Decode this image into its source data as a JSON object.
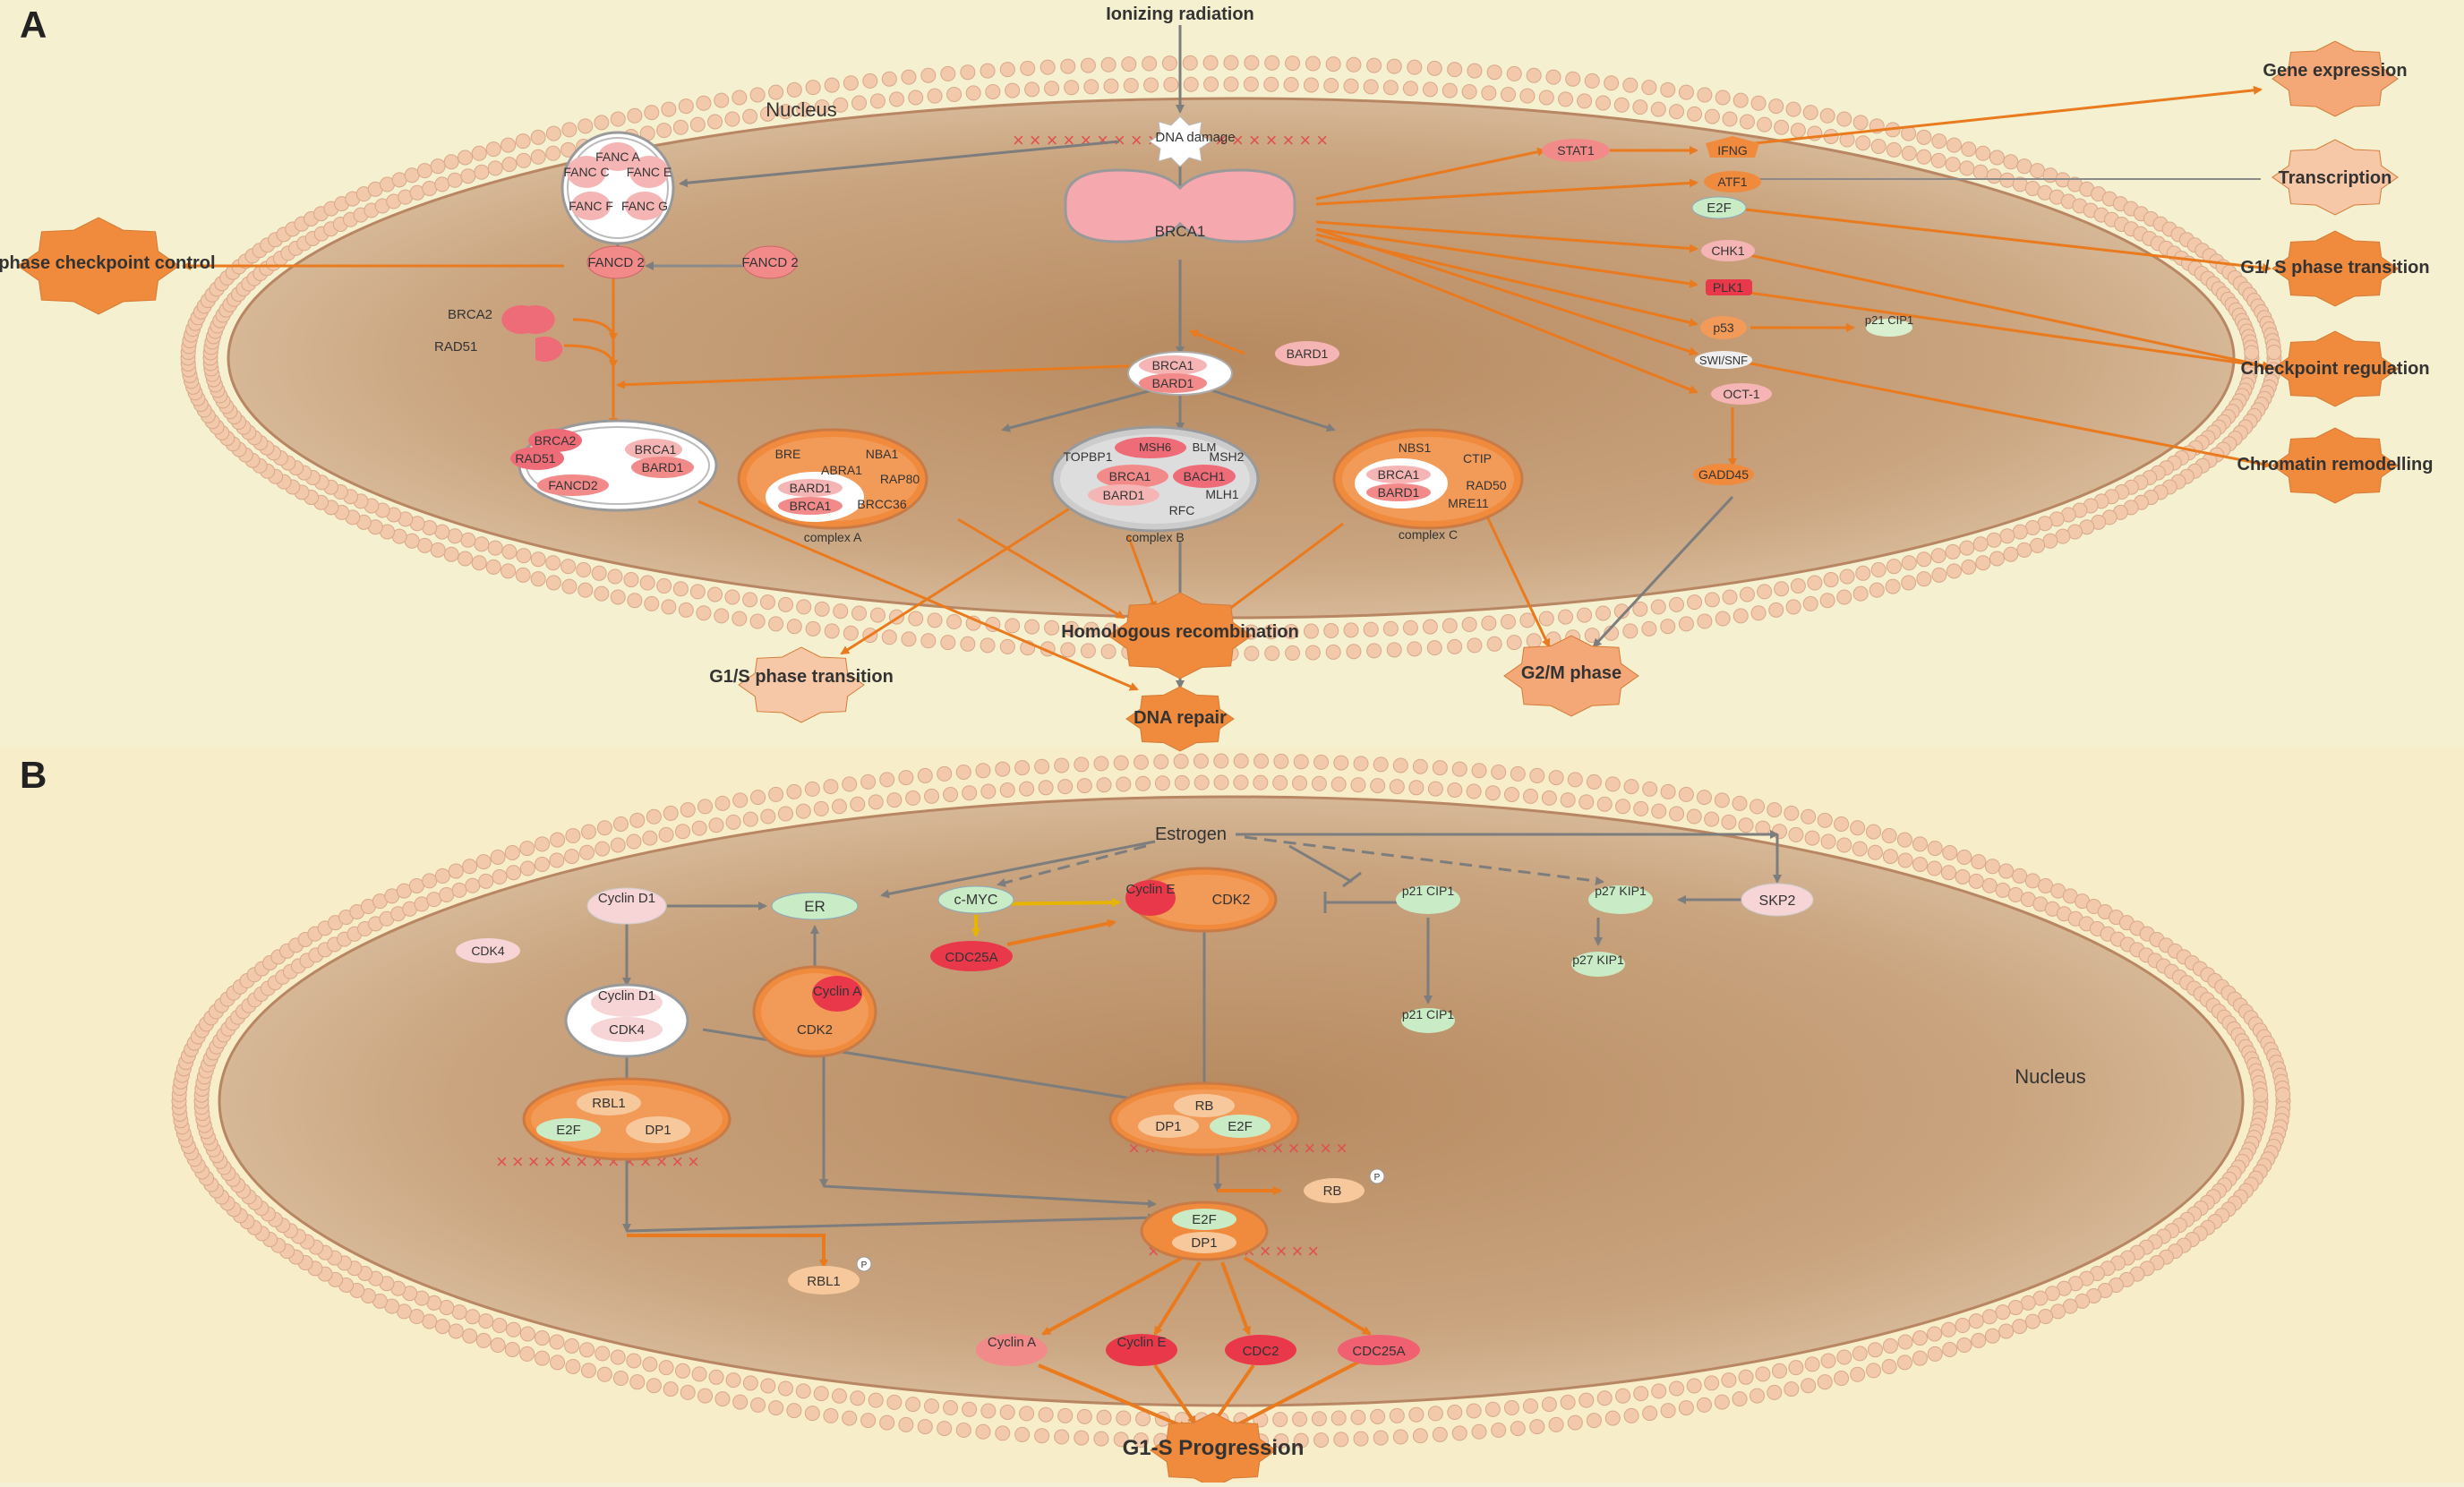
{
  "panel_a": {
    "label": "A",
    "top_input": "Ionizing radiation",
    "nucleus_label": "Nucleus",
    "dna_damage": "DNA damage",
    "fanc_complex": [
      "FANC A",
      "FANC C",
      "FANC E",
      "FANC F",
      "FANC G"
    ],
    "fancd2_mono": "FANCD 2",
    "fancd2": "FANCD 2",
    "brca2": "BRCA2",
    "rad51": "RAD51",
    "brca1": "BRCA1",
    "brca1_bard1": [
      "BRCA1",
      "BARD1"
    ],
    "bard1": "BARD1",
    "complex_left": [
      "BRCA2",
      "RAD51",
      "BRCA1",
      "BARD1",
      "FANCD2"
    ],
    "complex_a": {
      "label": "complex A",
      "items": [
        "BRE",
        "NBA1",
        "ABRA1",
        "RAP80",
        "BARD1",
        "BRCA1",
        "BRCC36"
      ]
    },
    "complex_b": {
      "label": "complex B",
      "items": [
        "MSH6",
        "BLM",
        "TOPBP1",
        "MSH2",
        "BRCA1",
        "BACH1",
        "BARD1",
        "MLH1",
        "RFC"
      ]
    },
    "complex_c": {
      "label": "complex C",
      "items": [
        "NBS1",
        "CTIP",
        "BRCA1",
        "BARD1",
        "RAD50",
        "MRE11"
      ]
    },
    "targets": [
      "STAT1",
      "IFNG",
      "ATF1",
      "E2F",
      "CHK1",
      "PLK1",
      "p53",
      "p21 CIP1",
      "SWI/SNF",
      "OCT-1",
      "GADD45"
    ],
    "outcomes_right": [
      "Gene expression",
      "Transcription",
      "G1/ S phase transition",
      "Checkpoint regulation",
      "Chromatin remodelling"
    ],
    "outcome_left": "S phase checkpoint control",
    "outcomes_bottom": [
      "G1/S phase transition",
      "Homologous recombination",
      "DNA repair",
      "G2/M phase"
    ]
  },
  "panel_b": {
    "label": "B",
    "estrogen": "Estrogen",
    "nucleus_label": "Nucleus",
    "cyclin_d1": "Cyclin D1",
    "er": "ER",
    "cmyc": "c-MYC",
    "cyclin_e_cdk2": [
      "Cyclin E",
      "CDK2"
    ],
    "p21": "p21 CIP1",
    "p27": "p27 KIP1",
    "skp2": "SKP2",
    "cdc25a": "CDC25A",
    "cdk4": "CDK4",
    "cyclin_a_cdk2": [
      "Cyclin A",
      "CDK2"
    ],
    "p27_b": "p27 KIP1",
    "cyclin_d1_cdk4": [
      "Cyclin D1",
      "CDK4"
    ],
    "p21_b": "p21 CIP1",
    "rbl1_complex": [
      "RBL1",
      "E2F",
      "DP1"
    ],
    "rb_complex": [
      "RB",
      "DP1",
      "E2F"
    ],
    "rb_p": "RB",
    "e2f_dp1": [
      "E2F",
      "DP1"
    ],
    "rbl1_p": "RBL1",
    "p_badge": "P",
    "targets": [
      "Cyclin A",
      "Cyclin E",
      "CDC2",
      "CDC25A"
    ],
    "outcome": "G1-S Progression"
  },
  "colors": {
    "orange": "#f08a3c",
    "arrow_orange": "#ea7a1e",
    "gray_arrow": "#8a8a8a",
    "pink": "#f6b5b5",
    "red": "#e8384a",
    "green": "#c9ecc6",
    "nucleus": "#c39d76",
    "membrane": "#f2c9ab"
  }
}
